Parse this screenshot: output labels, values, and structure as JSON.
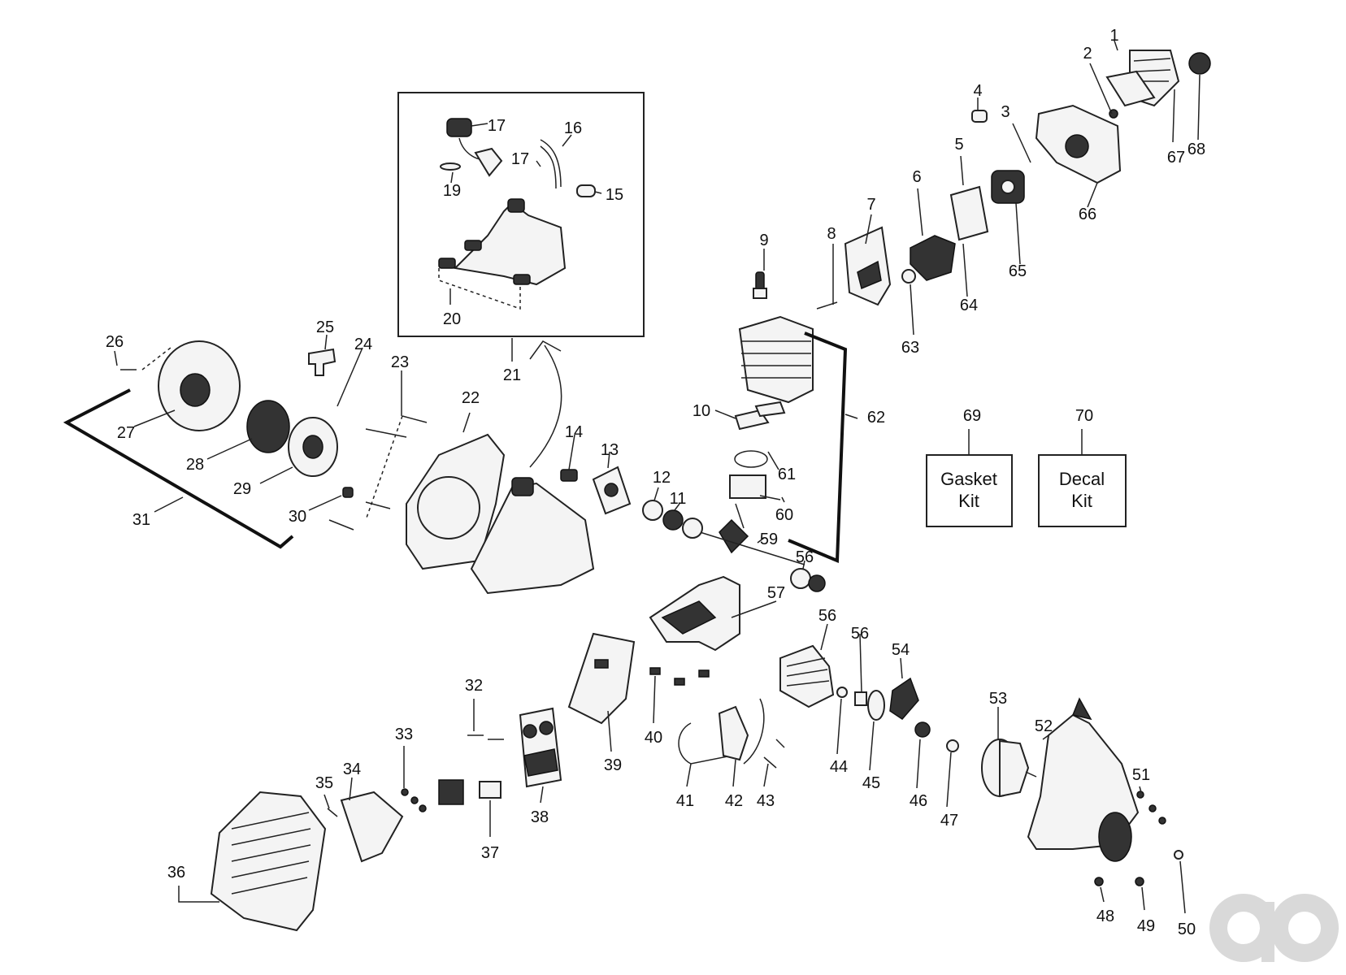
{
  "labels": {
    "p1": "1",
    "p2": "2",
    "p3": "3",
    "p4": "4",
    "p5": "5",
    "p6": "6",
    "p7": "7",
    "p8": "8",
    "p9": "9",
    "p10": "10",
    "p11": "11",
    "p12": "12",
    "p13": "13",
    "p14": "14",
    "p15": "15",
    "p16": "16",
    "p17a": "17",
    "p17b": "17",
    "p19": "19",
    "p20": "20",
    "p21": "21",
    "p22": "22",
    "p23": "23",
    "p24": "24",
    "p25": "25",
    "p26": "26",
    "p27": "27",
    "p28": "28",
    "p29": "29",
    "p30": "30",
    "p31": "31",
    "p32": "32",
    "p33": "33",
    "p34": "34",
    "p35": "35",
    "p36": "36",
    "p37": "37",
    "p38": "38",
    "p39": "39",
    "p40": "40",
    "p41": "41",
    "p42": "42",
    "p43": "43",
    "p44": "44",
    "p45": "45",
    "p46": "46",
    "p47": "47",
    "p48": "48",
    "p49": "49",
    "p50": "50",
    "p51": "51",
    "p52": "52",
    "p53": "53",
    "p54": "54",
    "p56a": "56",
    "p56b": "56",
    "p56c": "56",
    "p57": "57",
    "p59": "59",
    "p60": "60",
    "p61": "61",
    "p62": "62",
    "p63": "63",
    "p64": "64",
    "p65": "65",
    "p66": "66",
    "p67": "67",
    "p68": "68",
    "p69": "69",
    "p70": "70"
  },
  "kits": {
    "gasket_line1": "Gasket",
    "gasket_line2": "Kit",
    "decal_line1": "Decal",
    "decal_line2": "Kit"
  },
  "icons": {
    "watermark": "ao-logo"
  }
}
